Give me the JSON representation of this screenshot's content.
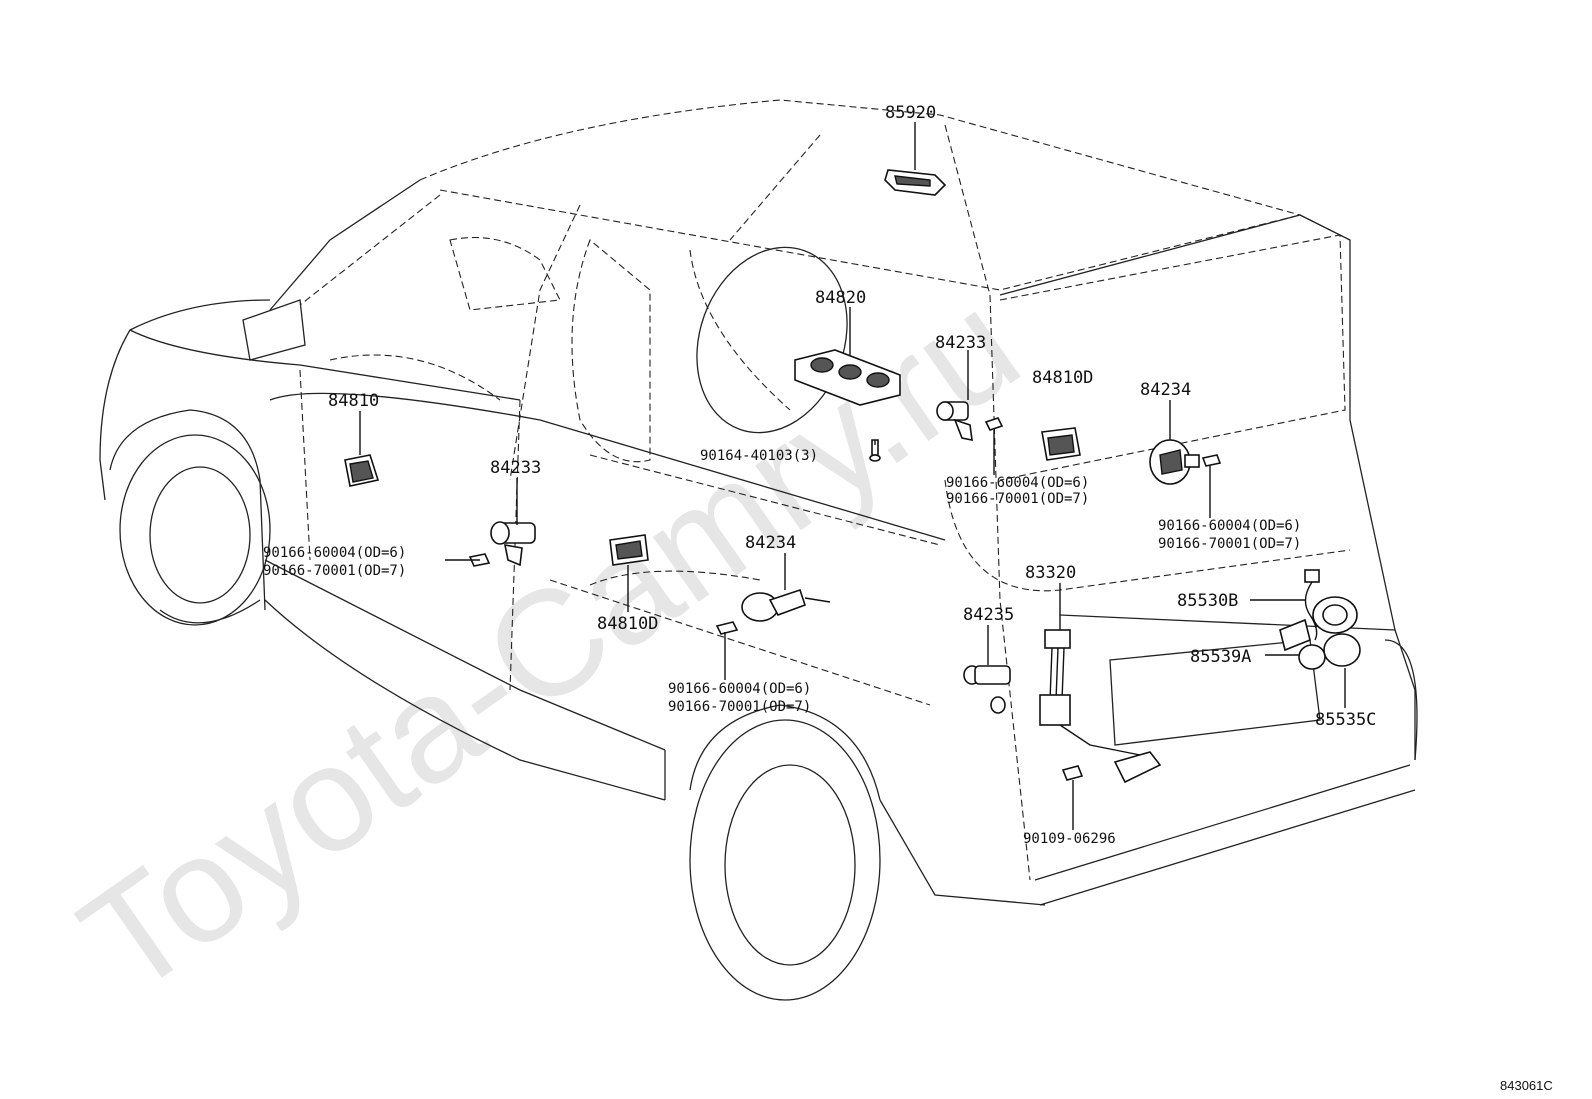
{
  "watermark": "Toyota-Camry.ru",
  "diagram_code": "843061C",
  "labels": {
    "p85920": "85920",
    "p84820": "84820",
    "p84233_right": "84233",
    "p84810D_right": "84810D",
    "p84234_right": "84234",
    "p84810": "84810",
    "p84233_left": "84233",
    "p90164": "90164-40103(3)",
    "p90166_60004_mid": "90166-60004(OD=6)",
    "p90166_70001_mid": "90166-70001(OD=7)",
    "p90166_60004_right": "90166-60004(OD=6)",
    "p90166_70001_right": "90166-70001(OD=7)",
    "p90166_60004_left": "90166-60004(OD=6)",
    "p90166_70001_left": "90166-70001(OD=7)",
    "p84234_center": "84234",
    "p84810D_center": "84810D",
    "p90166_60004_bottom": "90166-60004(OD=6)",
    "p90166_70001_bottom": "90166-70001(OD=7)",
    "p83320": "83320",
    "p84235": "84235",
    "p85530B": "85530B",
    "p85539A": "85539A",
    "p85535C": "85535C",
    "p90109": "90109-06296"
  }
}
